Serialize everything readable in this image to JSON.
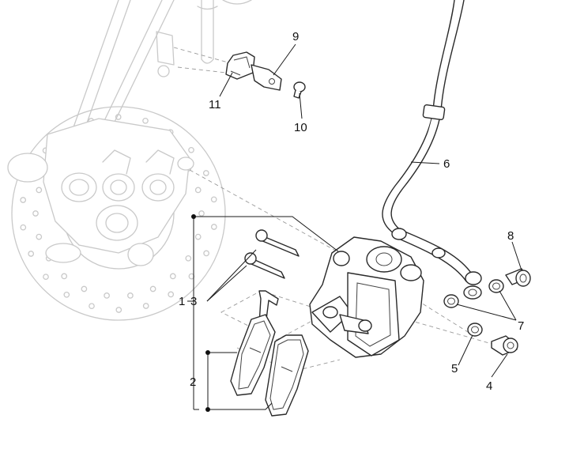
{
  "callouts": {
    "c1": "1",
    "c2": "2",
    "c3": "3",
    "c4": "4",
    "c5": "5",
    "c6": "6",
    "c7": "7",
    "c8": "8",
    "c9": "9",
    "c10": "10",
    "c11": "11"
  },
  "colors": {
    "ghost": "#c9c9c9",
    "line": "#2a2a2a",
    "text": "#111111"
  }
}
